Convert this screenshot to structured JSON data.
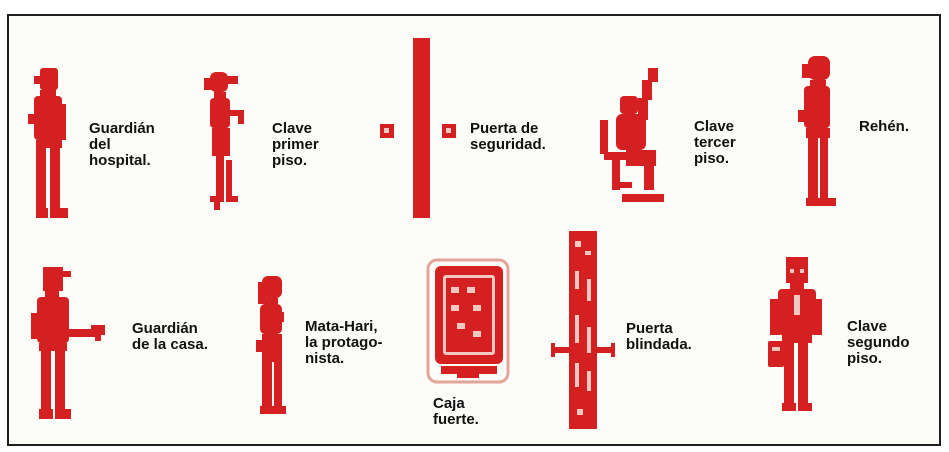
{
  "colors": {
    "sprite": "#d42020",
    "text": "#111111",
    "frame": "#1f1f1f",
    "background": "#fbfbf8"
  },
  "legend": [
    {
      "label": "Guardián\ndel\nhospital.",
      "icon": "hospital-guard-sprite"
    },
    {
      "label": "Clave\nprimer\npiso.",
      "icon": "first-floor-key-woman-sprite"
    },
    {
      "label": "Puerta de\nseguridad.",
      "icon": "security-door-sprite"
    },
    {
      "label": "Clave\ntercer\npiso.",
      "icon": "third-floor-key-seated-sprite"
    },
    {
      "label": "Rehén.",
      "icon": "hostage-sprite"
    },
    {
      "label": "Guardián\nde la casa.",
      "icon": "house-guard-sprite"
    },
    {
      "label": "Mata-Hari,\nla protago-\nnista.",
      "icon": "mata-hari-sprite"
    },
    {
      "label": "Caja\nfuerte.",
      "icon": "safe-sprite"
    },
    {
      "label": "Puerta\nblindada.",
      "icon": "armored-door-sprite"
    },
    {
      "label": "Clave\nsegundo\npiso.",
      "icon": "second-floor-key-man-sprite"
    }
  ]
}
